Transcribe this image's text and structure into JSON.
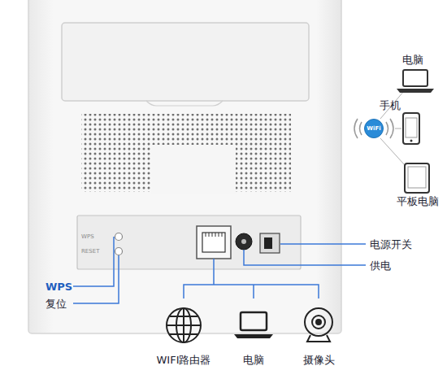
{
  "diagram": {
    "nodes": [
      {
        "text": [
          "WiFi"
        ]
      }
    ],
    "labels": [
      "电脑",
      "手机",
      "平板电脑",
      "WPS",
      "RESET",
      "电源开关",
      "供电",
      "WPS",
      "复位",
      "WIFI路由器",
      "电脑",
      "摄像头"
    ]
  }
}
